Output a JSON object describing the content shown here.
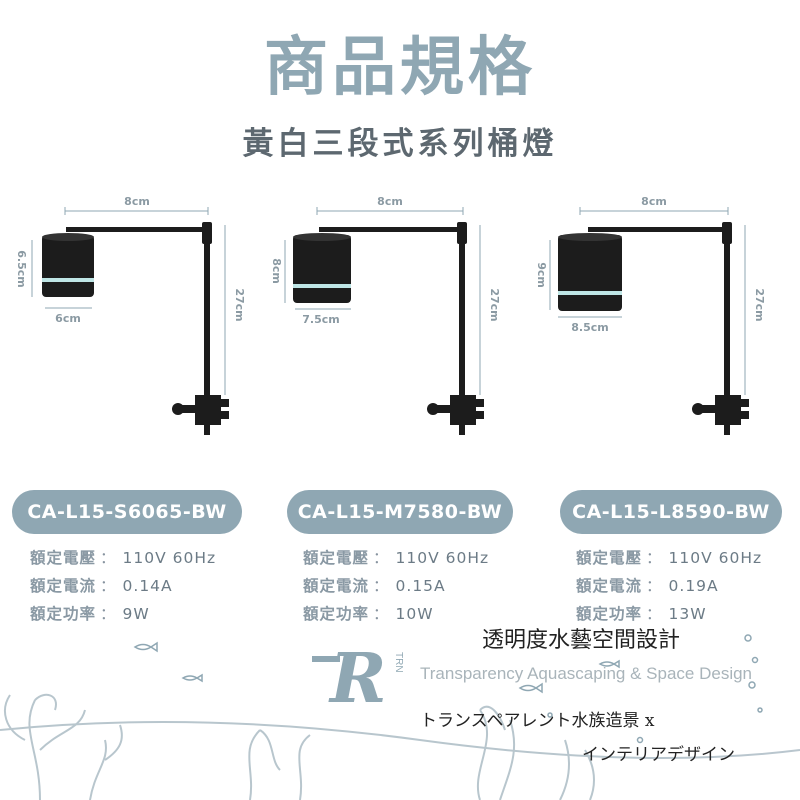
{
  "header": {
    "title": "商品規格",
    "subtitle": "黃白三段式系列桶燈"
  },
  "products": [
    {
      "model": "CA-L15-S6065-BW",
      "dims": {
        "arm": "8cm",
        "lamp_height": "6.5cm",
        "lamp_width": "6cm",
        "pole": "27cm"
      },
      "specs": [
        {
          "label": "額定電壓",
          "value": "110V 60Hz"
        },
        {
          "label": "額定電流",
          "value": "0.14A"
        },
        {
          "label": "額定功率",
          "value": "9W"
        }
      ]
    },
    {
      "model": "CA-L15-M7580-BW",
      "dims": {
        "arm": "8cm",
        "lamp_height": "8cm",
        "lamp_width": "7.5cm",
        "pole": "27cm"
      },
      "specs": [
        {
          "label": "額定電壓",
          "value": "110V 60Hz"
        },
        {
          "label": "額定電流",
          "value": "0.15A"
        },
        {
          "label": "額定功率",
          "value": "10W"
        }
      ]
    },
    {
      "model": "CA-L15-L8590-BW",
      "dims": {
        "arm": "8cm",
        "lamp_height": "9cm",
        "lamp_width": "8.5cm",
        "pole": "27cm"
      },
      "specs": [
        {
          "label": "額定電壓",
          "value": "110V 60Hz"
        },
        {
          "label": "額定電流",
          "value": "0.19A"
        },
        {
          "label": "額定功率",
          "value": "13W"
        }
      ]
    }
  ],
  "spec_separator": "：",
  "brand": {
    "name_cn": "透明度水藝空間設計",
    "name_en": "Transparency Aquascaping & Space Design",
    "name_jp_line1": "トランスペアレント水族造景 x",
    "name_jp_line2": "インテリアデザイン",
    "logo_letter": "R",
    "logo_small": "TRN"
  },
  "colors": {
    "accent": "#8fa7b3",
    "lamp_body": "#1c1c1c",
    "lamp_ring": "#bfe6e6",
    "text_dark": "#5d6870"
  }
}
